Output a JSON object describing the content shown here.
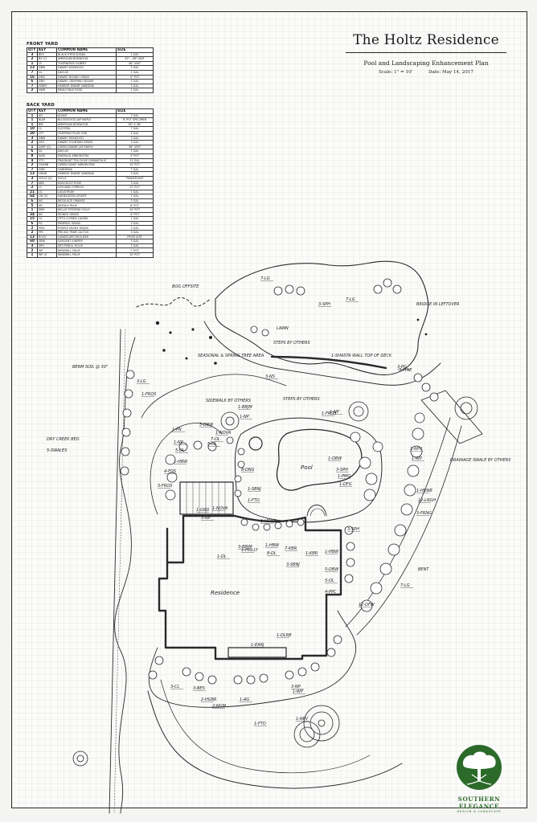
{
  "title_block": {
    "title": "The Holtz Residence",
    "subtitle": "Pool and Landscaping Enhancement Plan",
    "scale": "Scale: 1\" = 10'",
    "date": "Date: May 14, 2017"
  },
  "legend": {
    "front_yard": {
      "heading": "FRONT YARD",
      "headers": [
        "QTY",
        "KEY",
        "COMMON NAME",
        "SIZE"
      ],
      "rows": [
        [
          "3",
          "BES",
          "BLACK EYED SUSAN",
          "1 GAL"
        ],
        [
          "2",
          "BX (?)",
          "AMERICAN BOXWOOD",
          "45\" - 48\" UNIT"
        ],
        [
          "1",
          "CF",
          "THORNFREE FILBERT",
          "48\" UNIT"
        ],
        [
          "13",
          "DBW",
          "DWARF BOXWOOD",
          "3 GAL"
        ],
        [
          "7",
          "DL",
          "DAYLILY",
          "1 GAL"
        ],
        [
          "16",
          "DMG",
          "DWARF MONDO GRASS",
          "4\" POT"
        ],
        [
          "6",
          "DRH",
          "DWARF CREEPING SEDUM",
          "1 GAL"
        ],
        [
          "7",
          "HGBR",
          "HARBOR DWARF NANDINA",
          "3 GAL"
        ],
        [
          "2",
          "HWR",
          "MEALY PALE ROSE",
          "1 GAL"
        ]
      ]
    },
    "back_yard": {
      "heading": "BACK YARD",
      "headers": [
        "QTY",
        "KEY",
        "COMMON NAME",
        "SIZE"
      ],
      "rows": [
        [
          "1",
          "AG",
          "AGAVE",
          "7 GAL"
        ],
        [
          "1",
          "BLJM",
          "BLOODGOOD JAP MAPLE",
          "6' POT SPECIMEN"
        ],
        [
          "1",
          "BM",
          "AMERICAN BOXWOOD",
          "36\" X 36\""
        ],
        [
          "10",
          "CL",
          "CLEYERA",
          "7 GAL"
        ],
        [
          "20",
          "CPT",
          "CREEPING PLUM YEW",
          "3 GAL"
        ],
        [
          "3",
          "DBW",
          "DWARF BOXWOOD",
          "3 GAL"
        ],
        [
          "2",
          "DFG",
          "DWARF FOUNTAIN GRASS",
          "3 GAL"
        ],
        [
          "1",
          "DJMP (G)",
          "GREEN DWARF JAP MAPLE",
          "36\" UNIT"
        ],
        [
          "6",
          "DL",
          "DAYLILY",
          "1 GAL"
        ],
        [
          "8",
          "EARJ",
          "EMERALD ARBORVITAE",
          "3' POT"
        ],
        [
          "4",
          "FTO",
          "FRAGRANT TEA OLIVE OSMANTHUS",
          "15 GAL"
        ],
        [
          "2",
          "GGARB",
          "GREEN GIANT ARBORVITAE",
          "10' POT"
        ],
        [
          "7",
          "GRD",
          "GARDENIA",
          "7 GAL"
        ],
        [
          "13",
          "HDNB",
          "HARBOR DWARF NANDINA",
          "3 GAL"
        ],
        [
          "3",
          "HOLLY (H)",
          "HOLLY",
          "TRANSPLANT"
        ],
        [
          "7",
          "KBR",
          "KNOCKOUT ROSE",
          "3 GAL"
        ],
        [
          "2",
          "LC",
          "LEYLAND CYPRESS",
          "12' POT"
        ],
        [
          "21",
          "LG",
          "LIGUSTRUM",
          "7 GAL"
        ],
        [
          "64",
          "LIR (V)",
          "VARIEGATED LIRIOPE",
          "1 GAL"
        ],
        [
          "6",
          "NO",
          "NECKLACE ORANGE",
          "3 GAL"
        ],
        [
          "5",
          "NP",
          "NEEDLE PALM",
          "6' POT"
        ],
        [
          "1",
          "NRH",
          "NELLIE STEVENS HOLLY",
          "10' POT"
        ],
        [
          "34",
          "NS",
          "MONDO GRASS",
          "4\" POT"
        ],
        [
          "15",
          "OL",
          "OTTO LUYKEN LAUREL",
          "7 GAL"
        ],
        [
          "6",
          "PG",
          "PAMPASS GRASS",
          "3 GAL"
        ],
        [
          "2",
          "PMG",
          "PURPLE MUHLY GRASS",
          "3 GAL"
        ],
        [
          "2",
          "PPC",
          "PRICKLY PEAR CACTUS",
          "3 GAL"
        ],
        [
          "13",
          "ROCK",
          "LANDSCAPE BOULDER",
          "FROM SIZE"
        ],
        [
          "60",
          "SBNJ",
          "SARGENT JUNIPER",
          "3 GAL"
        ],
        [
          "3",
          "SPH",
          "SKY PENCIL HOLLY",
          "7 GAL"
        ],
        [
          "2",
          "WP",
          "WINDMILL PALM",
          "7' POT"
        ],
        [
          "1",
          "WP (I)",
          "WINDMILL PALM",
          "10' POT"
        ]
      ]
    }
  },
  "plan": {
    "structure_label": "Residence",
    "pool_label": "Pool",
    "notes": {
      "bog": "BOG OFFSITE",
      "berm": "BERM SOIL @ 30\"",
      "dry_creek": "DRY CREEK BED",
      "seven_swales": "5-SWALES",
      "lawn": "LAWN",
      "steps": "STEPS BY OTHERS",
      "seasonal": "SEASONAL & SPRING TREE AREA",
      "sidewalk": "SIDEWALK BY OTHERS",
      "steps2": "STEPS BY OTHERS",
      "pool_wall": "1-SHASTA WALL TOP OF DECK",
      "bridge": "BRIDGE IN LEFTOVER",
      "drainage": "DRAINAGE SWALE BY OTHERS",
      "bench": "BENT",
      "boulder": "3-PINE"
    },
    "plant_tags": [
      "7-LG",
      "3-SPH",
      "7-LG",
      "3-NS",
      "3-LG",
      "3-PG",
      "1-FROS",
      "1-BBJM",
      "1-NP",
      "1-FROS",
      "1-NP",
      "5-DBW",
      "1-PN",
      "1-NP",
      "5-OL",
      "1-HBW",
      "5-FROS",
      "1-NOVA",
      "7-OL",
      "5-OL",
      "4-FDS",
      "8-DNG",
      "1-SBNJ",
      "1-FTO",
      "1-DBW",
      "3-SPH",
      "1-PMG",
      "1-DFG",
      "1-NPV",
      "1-WP",
      "1-HDNB",
      "12-LRGH",
      "3-FRNG",
      "7-LG",
      "12-DFW",
      "1-HBW",
      "5-DBW",
      "5-OL",
      "4-PPC",
      "1-KBR",
      "7-KBR",
      "3-SBNJ",
      "3-BBJM",
      "1-HBW",
      "8-DL",
      "1-DL",
      "1-NOVA",
      "1-GRD",
      "3-BES",
      "2-HGBR",
      "2-NGM",
      "1-AG",
      "3-NP",
      "1-WP",
      "1-EARJ",
      "1-DLRB",
      "1-NPV",
      "1-FTO",
      "3-CL",
      "3-NP",
      "1-HOLLY",
      "1-HDNB",
      "3-SPH"
    ]
  },
  "logo": {
    "line1": "SOUTHERN ELEGANCE",
    "line2": "DESIGN & LANDSCAPE",
    "color": "#2c6a2a"
  }
}
